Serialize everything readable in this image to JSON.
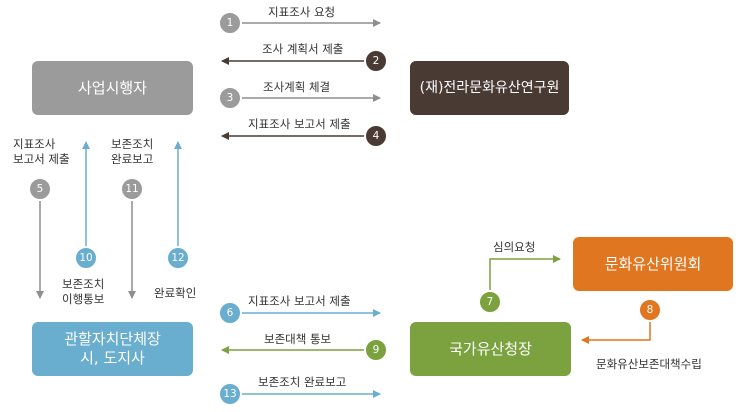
{
  "colors": {
    "gray": "#9b9b9b",
    "dark_brown": "#4a3a34",
    "blue": "#6aaecf",
    "green": "#7ba23f",
    "orange": "#e0761f"
  },
  "nodes": {
    "operator": "사업시행자",
    "institute": "(재)전라문화유산연구원",
    "local_gov": [
      "관할자치단체장",
      "시, 도지사"
    ],
    "heritage_agency": "국가유산청장",
    "committee": "문화유산위원회"
  },
  "steps": [
    {
      "num": "1",
      "label": "지표조사 요청"
    },
    {
      "num": "2",
      "label": "조사 계획서 제출"
    },
    {
      "num": "3",
      "label": "조사계획 체결"
    },
    {
      "num": "4",
      "label": "지표조사 보고서 제출"
    },
    {
      "num": "5",
      "label": [
        "지표조사",
        "보고서 제출"
      ]
    },
    {
      "num": "6",
      "label": "지표조사 보고서 제출"
    },
    {
      "num": "7",
      "label": "심의요청"
    },
    {
      "num": "8",
      "label": "문화유산보존대책수립"
    },
    {
      "num": "9",
      "label": "보존대책 통보"
    },
    {
      "num": "10",
      "label": [
        "보존조치",
        "이행통보"
      ]
    },
    {
      "num": "11",
      "label": [
        "보존조치",
        "완료보고"
      ]
    },
    {
      "num": "12",
      "label": "완료확인"
    },
    {
      "num": "13",
      "label": "보존조치 완료보고"
    }
  ]
}
